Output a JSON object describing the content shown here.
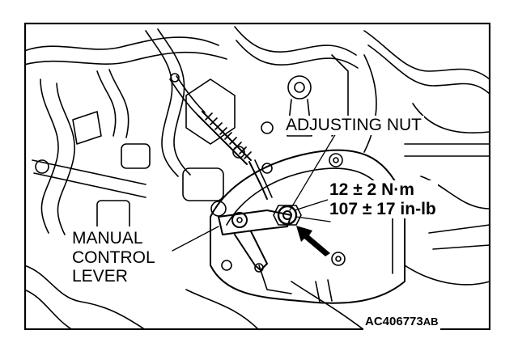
{
  "labels": {
    "adjusting_nut": "ADJUSTING NUT",
    "torque_metric": "12 ± 2 N·m",
    "torque_imperial": "107 ± 17 in-lb",
    "manual_control_lever": [
      "MANUAL",
      "CONTROL",
      "LEVER"
    ],
    "figure_code": "AC406773",
    "figure_code_suffix": "AB"
  }
}
